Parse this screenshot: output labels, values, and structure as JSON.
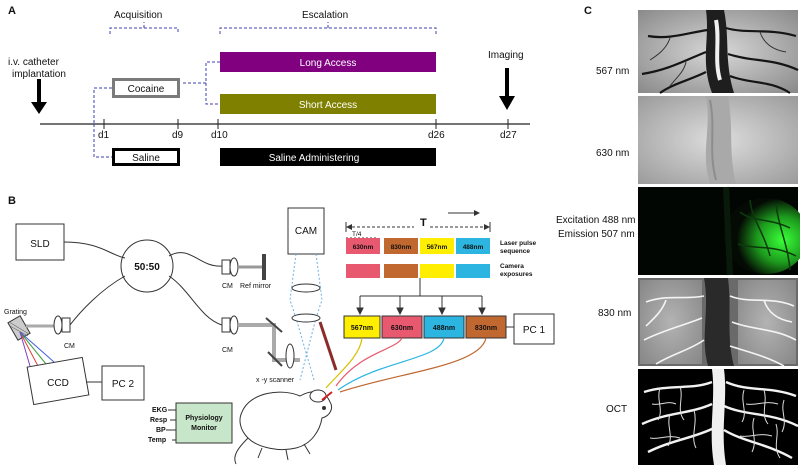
{
  "panel_a": {
    "label": "A",
    "catheter": [
      "i.v. catheter",
      "implantation"
    ],
    "acquisition": "Acquisition",
    "escalation": "Escalation",
    "imaging": "Imaging",
    "cocaine": "Cocaine",
    "saline": "Saline",
    "long_access": "Long Access",
    "short_access": "Short Access",
    "saline_administering": "Saline Administering",
    "ticks": [
      "d1",
      "d9",
      "d10",
      "d26",
      "d27"
    ],
    "colors": {
      "cocaine": "#7a7a7a",
      "long_access": "#800080",
      "short_access": "#808000",
      "saline": "#000000",
      "escalation_bracket": "#4040b0"
    }
  },
  "panel_b": {
    "label": "B",
    "sld": "SLD",
    "coupler": "50:50",
    "cm_ref": "CM",
    "ref_mirror": "Ref mirror",
    "cm_sample": "CM",
    "cm_grating": "CM",
    "grating": "Grating",
    "ccd": "CCD",
    "pc2": "PC 2",
    "cam": "CAM",
    "scanner": "x -y  scanner",
    "physiology_monitor": [
      "Physiology",
      "Monitor"
    ],
    "signals": [
      "EKG",
      "Resp",
      "BP",
      "Temp"
    ],
    "pc1": "PC 1",
    "laser_boxes": [
      "567nm",
      "630nm",
      "488nm",
      "830nm"
    ],
    "timing": {
      "period": "T",
      "quarter": "T/4",
      "pulses": [
        "630nm",
        "830nm",
        "567nm",
        "488nm"
      ],
      "laser_label": [
        "Laser pulse",
        "sequence"
      ],
      "camera_label": [
        "Camera",
        "exposures"
      ]
    },
    "colors": {
      "567": "#ffee00",
      "630": "#e8586e",
      "488": "#2bb5e0",
      "830": "#c06830",
      "monitor": "#c8e6c9"
    }
  },
  "panel_c": {
    "label": "C",
    "rows": [
      {
        "label": [
          "567 nm"
        ],
        "style": "dark-vessels"
      },
      {
        "label": [
          "630 nm"
        ],
        "style": "gray-flat"
      },
      {
        "label": [
          "Excitation 488 nm",
          "Emission 507 nm"
        ],
        "style": "green-fluor"
      },
      {
        "label": [
          "830 nm"
        ],
        "style": "light-vessels"
      },
      {
        "label": [
          "OCT"
        ],
        "style": "angiogram"
      }
    ]
  }
}
